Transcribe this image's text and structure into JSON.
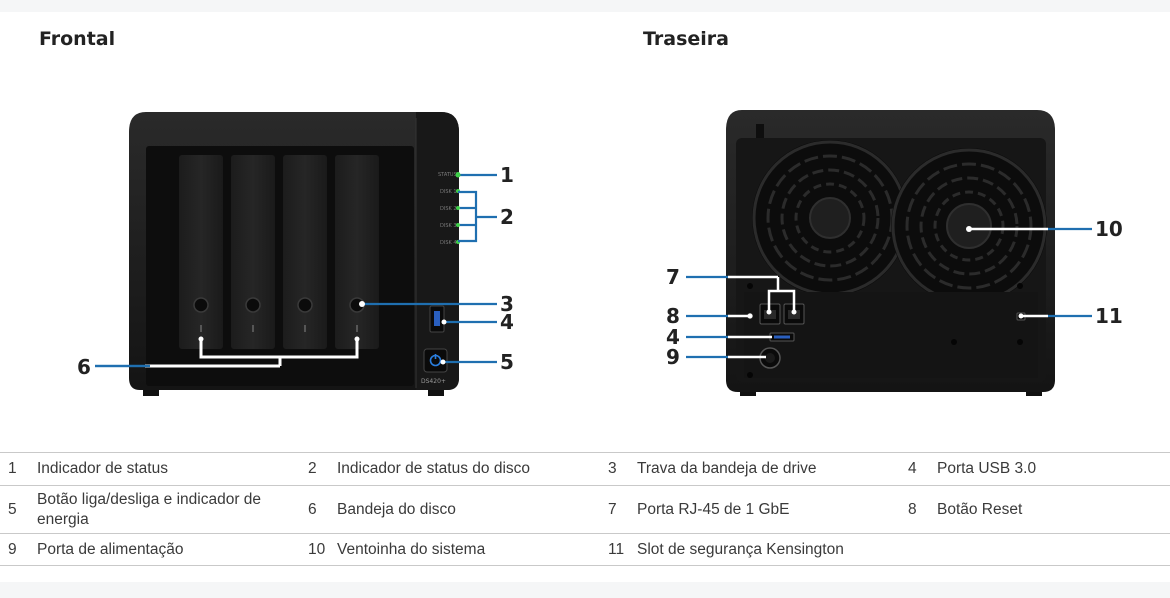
{
  "sections": {
    "front_title": "Frontal",
    "rear_title": "Traseira"
  },
  "front_panel": {
    "led_labels": [
      "STATUS",
      "DISK 1",
      "DISK 2",
      "DISK 3",
      "DISK 4"
    ],
    "model_label": "DS420+"
  },
  "callouts": {
    "front": [
      "1",
      "2",
      "3",
      "4",
      "5",
      "6"
    ],
    "rear": [
      "7",
      "8",
      "4",
      "9",
      "10",
      "11"
    ]
  },
  "legend": [
    [
      {
        "number": "1",
        "label": "Indicador de status"
      },
      {
        "number": "2",
        "label": "Indicador de status do disco"
      },
      {
        "number": "3",
        "label": "Trava da bandeja de drive"
      },
      {
        "number": "4",
        "label": "Porta USB 3.0"
      }
    ],
    [
      {
        "number": "5",
        "label": "Botão liga/desliga e indicador de energia"
      },
      {
        "number": "6",
        "label": "Bandeja do disco"
      },
      {
        "number": "7",
        "label": "Porta RJ-45 de 1 GbE"
      },
      {
        "number": "8",
        "label": "Botão Reset"
      }
    ],
    [
      {
        "number": "9",
        "label": "Porta de alimentação"
      },
      {
        "number": "10",
        "label": "Ventoinha do sistema"
      },
      {
        "number": "11",
        "label": "Slot de segurança Kensington"
      },
      {
        "number": "",
        "label": ""
      }
    ]
  ],
  "colors": {
    "callout_line": "#1f6fb0",
    "led_green": "#3fcf4a",
    "power_blue": "#2a7fe0",
    "device_body": "#1b1b1b"
  }
}
